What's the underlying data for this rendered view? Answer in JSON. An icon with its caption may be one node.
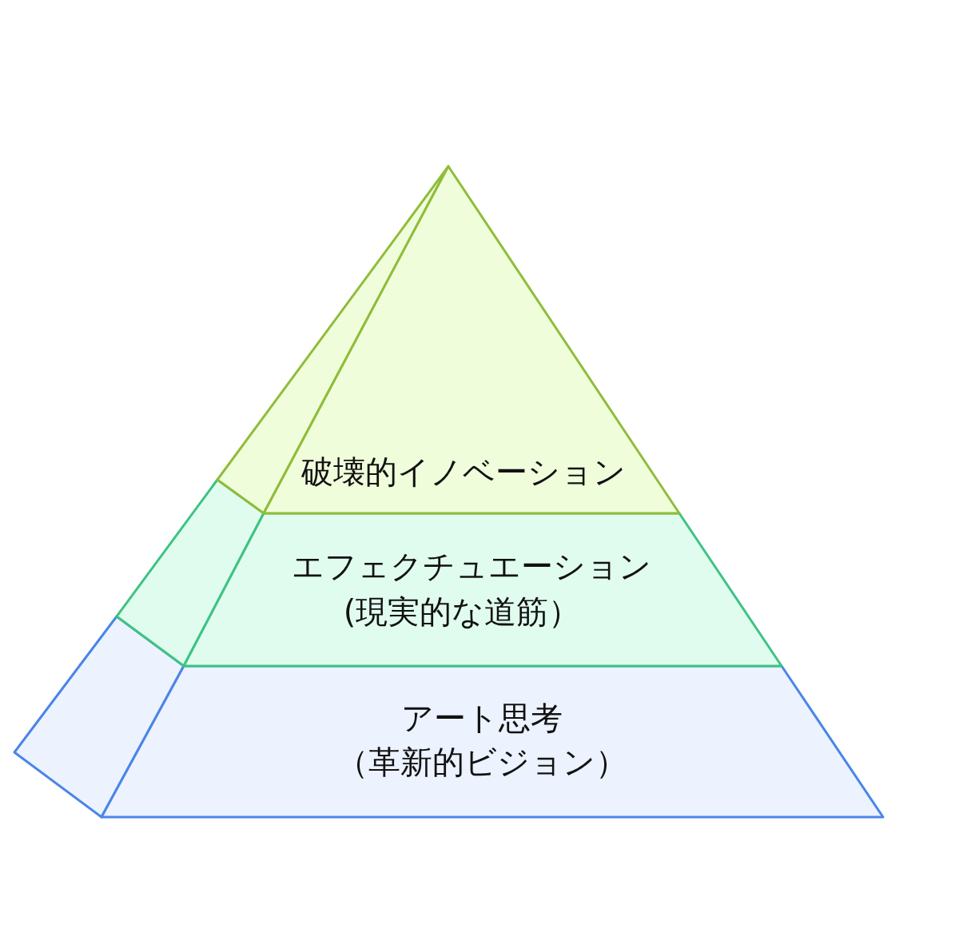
{
  "diagram": {
    "nodes": [
      {
        "text": [],
        "shape": "triangle"
      },
      {
        "text": [
          "破壊的イノベーション"
        ]
      },
      {
        "text": [],
        "shape": "parallelogram"
      },
      {
        "text": [
          "エフェクチュエーション",
          "(現実的な道筋）"
        ]
      },
      {
        "text": [],
        "shape": "parallelogram"
      },
      {
        "text": [
          "アート思考",
          "（革新的ビジョン）"
        ]
      }
    ]
  }
}
